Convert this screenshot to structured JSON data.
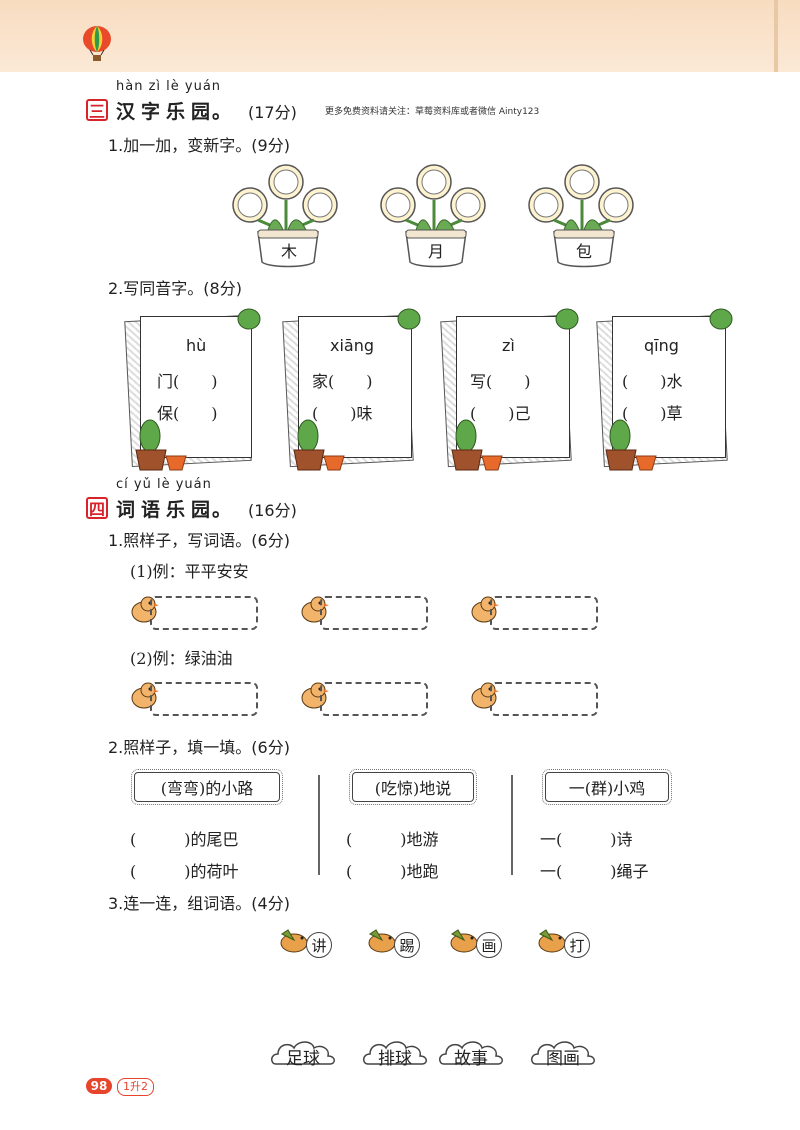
{
  "section3": {
    "pinyin": "hàn  zì  lè  yuán",
    "badge": "三",
    "title": "汉字乐园",
    "dot": "。",
    "score": "(17分)",
    "note": "更多免费资料请关注：草莓资料库或者微信 Ainty123"
  },
  "q1": {
    "label": "1.加一加，变新字。(9分)",
    "pots": [
      "木",
      "月",
      "包"
    ]
  },
  "q2": {
    "label": "2.写同音字。(8分)",
    "cards": [
      {
        "pinyin": "hù",
        "lines": [
          "门(　　)",
          "保(　　)"
        ]
      },
      {
        "pinyin": "xiāng",
        "lines": [
          "家(　　)",
          "(　　)味"
        ]
      },
      {
        "pinyin": "zì",
        "lines": [
          "写(　　)",
          "(　　)己"
        ]
      },
      {
        "pinyin": "qīng",
        "lines": [
          "(　　)水",
          "(　　)草"
        ]
      }
    ]
  },
  "section4": {
    "pinyin": "cí  yǔ  lè  yuán",
    "badge": "四",
    "title": "词语乐园",
    "dot": "。",
    "score": "(16分)"
  },
  "q4_1": {
    "label": "1.照样子，写词语。(6分)",
    "ex1": "(1)例：平平安安",
    "ex2": "(2)例：绿油油"
  },
  "q4_2": {
    "label": "2.照样子，填一填。(6分)",
    "examples": [
      "(弯弯)的小路",
      "(吃惊)地说",
      "一(群)小鸡"
    ],
    "col1": [
      "(　　　)的尾巴",
      "(　　　)的荷叶"
    ],
    "col2": [
      "(　　　)地游",
      "(　　　)地跑"
    ],
    "col3": [
      "一(　　　)诗",
      "一(　　　)绳子"
    ]
  },
  "q4_3": {
    "label": "3.连一连，组词语。(4分)",
    "verbs": [
      "讲",
      "踢",
      "画",
      "打"
    ],
    "nouns": [
      "足球",
      "排球",
      "故事",
      "图画"
    ]
  },
  "footer": {
    "page": "98",
    "grade": "1升2"
  }
}
